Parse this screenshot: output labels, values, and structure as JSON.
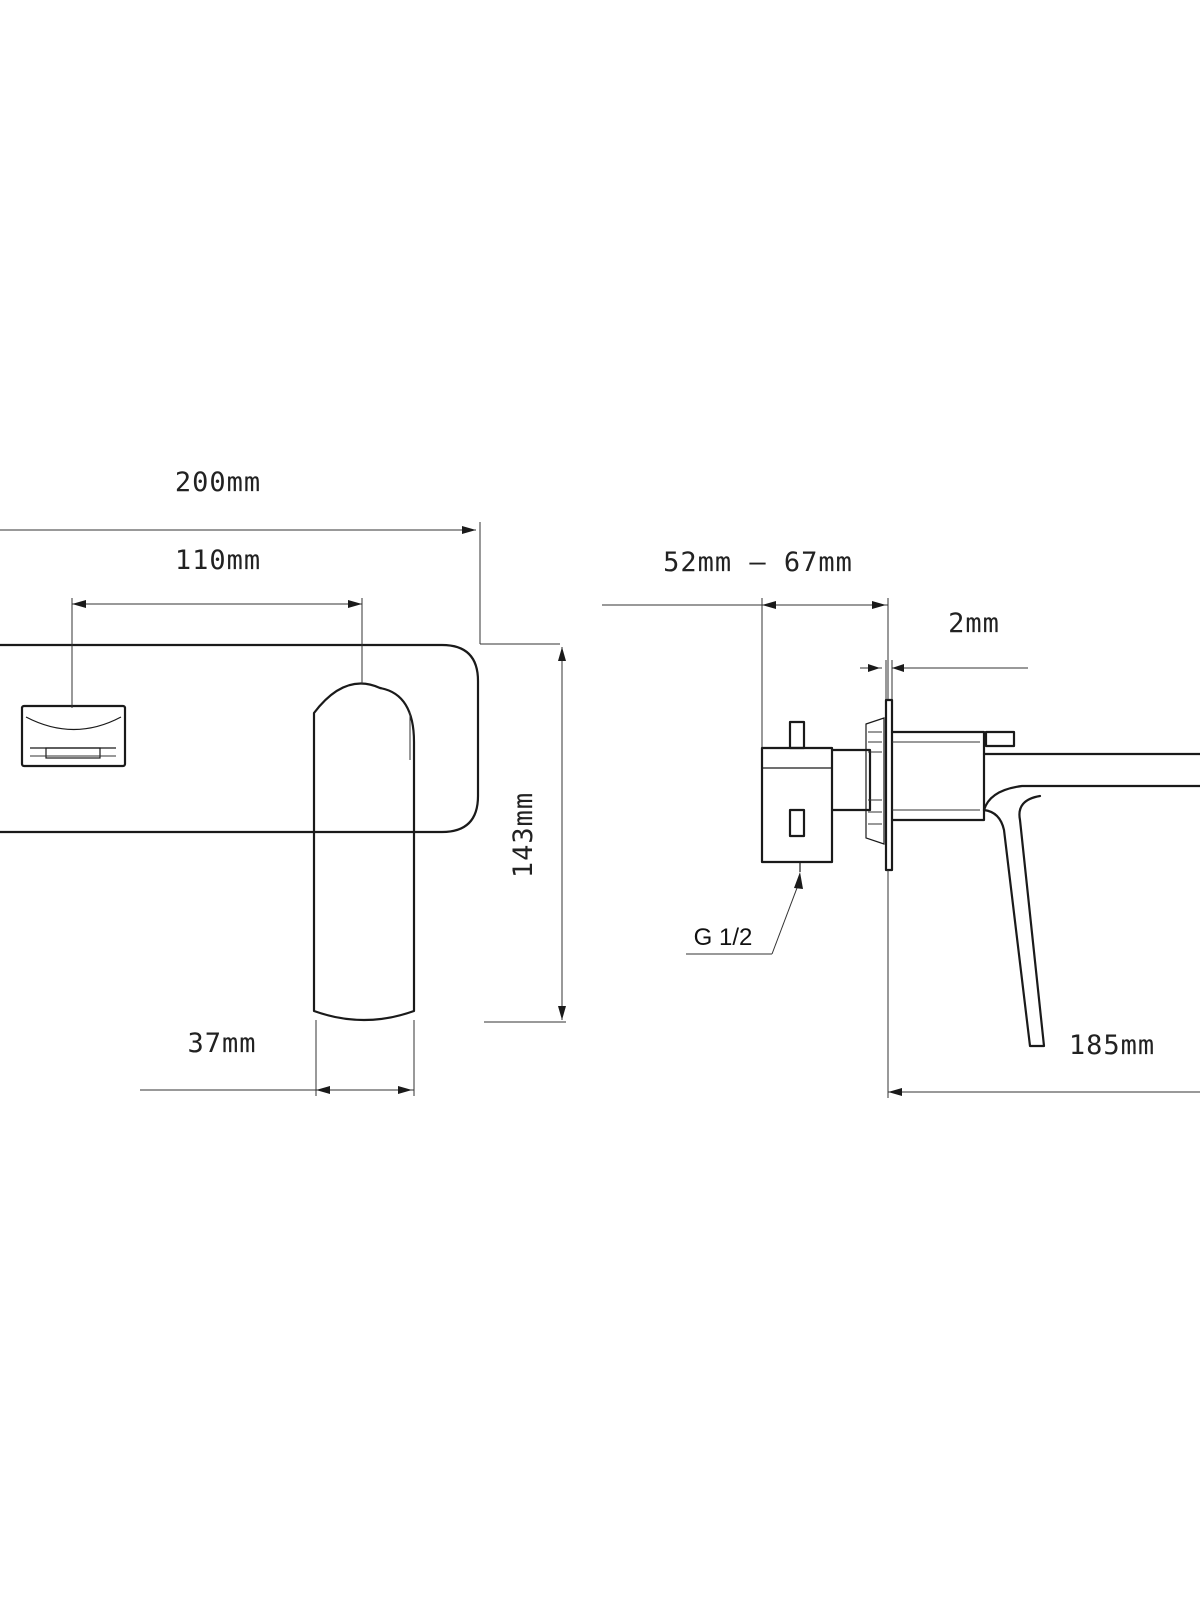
{
  "front_view": {
    "overall_width": "200mm",
    "centre_spacing": "110mm",
    "height": "143mm",
    "handle_width": "37mm"
  },
  "side_view": {
    "wall_depth_range": "52mm — 67mm",
    "plate_thickness": "2mm",
    "thread": "G 1/2",
    "spout_projection": "185mm"
  },
  "colors": {
    "line": "#1a1a1a",
    "background": "#ffffff"
  }
}
